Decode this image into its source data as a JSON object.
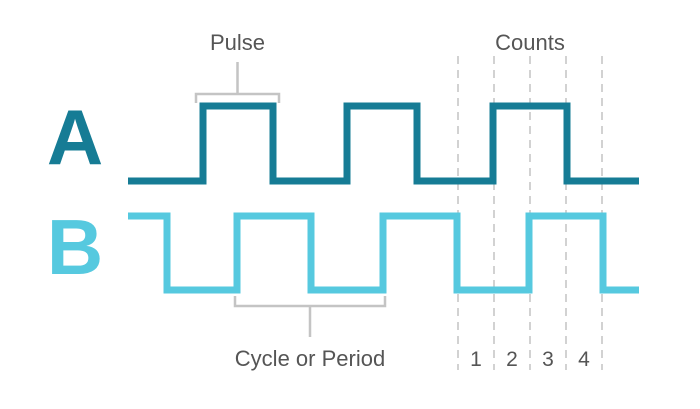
{
  "channels": {
    "a": {
      "label": "A",
      "color": "#167c95"
    },
    "b": {
      "label": "B",
      "color": "#56c9df"
    }
  },
  "annotations": {
    "pulse": "Pulse",
    "counts": "Counts",
    "cycle": "Cycle or Period"
  },
  "counts": [
    "1",
    "2",
    "3",
    "4"
  ],
  "colors": {
    "bracket": "#c4c4c4",
    "guide": "#c4c4c4",
    "text": "#555555"
  }
}
